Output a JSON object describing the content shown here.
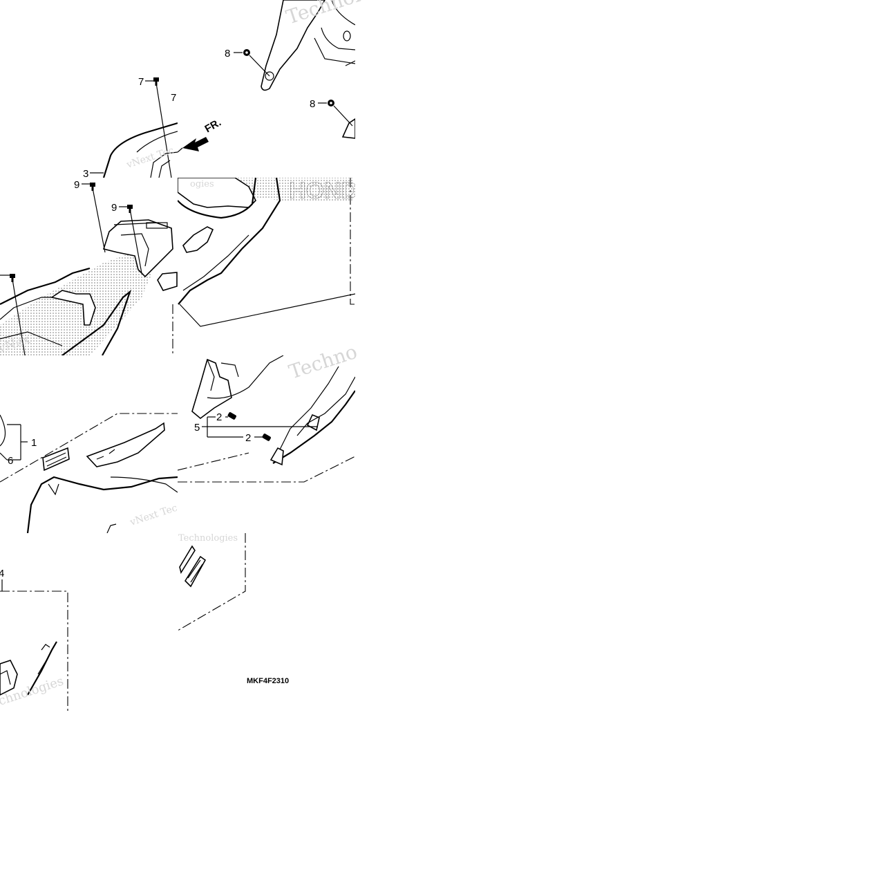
{
  "diagram": {
    "code": "MKF4F2310",
    "front_marker": "FR.",
    "brand_text": "HONDA",
    "watermark_fragments": [
      "vNext Tec",
      "Technologies",
      "Techno",
      "Techn",
      "vNex",
      "ogies",
      "vNext Tec",
      "Technologies",
      "vNext",
      "chnologies"
    ],
    "callouts": {
      "c1": "1",
      "c2a": "2",
      "c2b": "2",
      "c3": "3",
      "c4": "4",
      "c5": "5",
      "c6": "6",
      "c7a": "7",
      "c7b": "7",
      "c8a": "8",
      "c8b": "8",
      "c9a": "9",
      "c9b": "9"
    }
  }
}
